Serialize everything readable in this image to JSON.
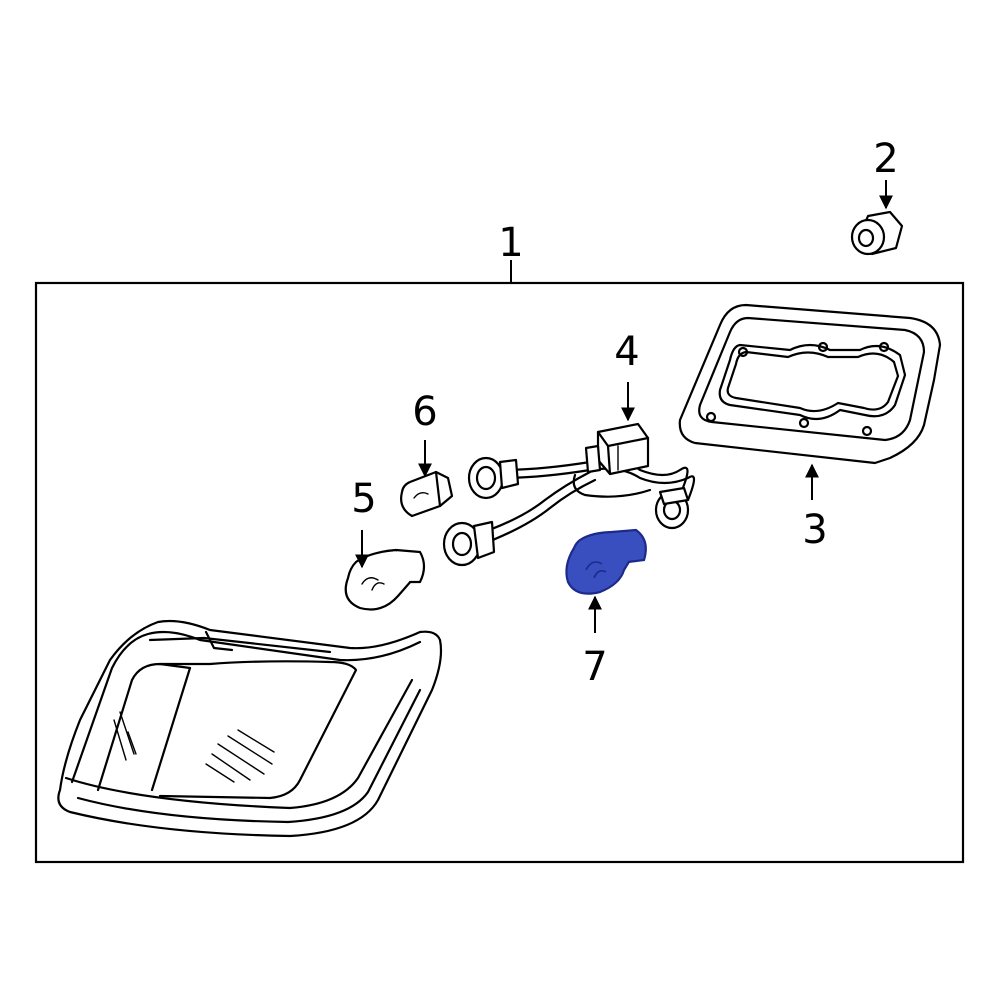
{
  "callouts": {
    "c1": "1",
    "c2": "2",
    "c3": "3",
    "c4": "4",
    "c5": "5",
    "c6": "6",
    "c7": "7"
  },
  "colors": {
    "highlight": "#3a4fbf",
    "highlight_dark": "#1c2a8a",
    "line": "#000000",
    "background": "#ffffff"
  }
}
